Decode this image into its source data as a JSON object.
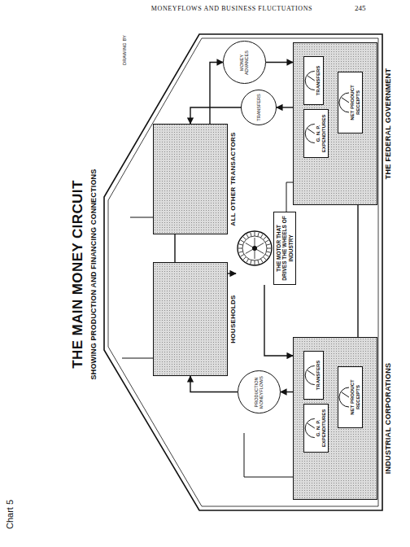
{
  "diagram": {
    "title": "THE MAIN MONEY CIRCUIT",
    "nodes": [
      {
        "text": [
          "HOUSEHOLDS"
        ]
      },
      {
        "text": [
          "ALL OTHER TRANSACTORS"
        ]
      },
      {
        "text": [
          "PRODUCTION MONEYFLOWS"
        ]
      },
      {
        "text": [
          "THE MOTOR THAT DRIVES THE WHEELS OF INDUSTRY"
        ]
      },
      {
        "text": [
          "TRANSFERS"
        ]
      },
      {
        "text": [
          "MONEY ADVANCES"
        ]
      },
      {
        "text": [
          "INDUSTRIAL CORPORATIONS"
        ]
      },
      {
        "text": [
          "G. N. P. EXPENDITURES"
        ],
        "in": 6
      },
      {
        "text": [
          "TRANSFERS"
        ],
        "in": 6
      },
      {
        "text": [
          "NET PRODUCT RECEIPTS"
        ],
        "in": 6
      },
      {
        "text": [
          "THE FEDERAL GOVERNMENT"
        ]
      },
      {
        "text": [
          "G. N. P. EXPENDITURES"
        ],
        "in": 10
      },
      {
        "text": [
          "TRANSFERS"
        ],
        "in": 10
      },
      {
        "text": [
          "NET PRODUCT RECEIPTS"
        ],
        "in": 10
      }
    ],
    "edges": [
      {
        "from": 6,
        "to": 2,
        "arrow": "to"
      },
      {
        "from": 2,
        "to": 0,
        "arrow": "to"
      },
      {
        "from": 0,
        "to": 3,
        "arrow": "to"
      },
      {
        "from": 3,
        "to": 6,
        "arrow": "to"
      },
      {
        "from": 10,
        "to": 4,
        "arrow": "to"
      },
      {
        "from": 4,
        "to": 1,
        "arrow": "to"
      },
      {
        "from": 1,
        "to": 5,
        "arrow": "to"
      },
      {
        "from": 5,
        "to": 10,
        "arrow": "to"
      },
      {
        "from": 0,
        "to": 1,
        "arrow": "none"
      },
      {
        "from": 6,
        "to": 10,
        "arrow": "none"
      }
    ],
    "labels": [
      "MONEYFLOWS AND BUSINESS FLUCTUATIONS",
      "245",
      "Chart 5",
      "SHOWING PRODUCTION AND FINANCING CONNECTIONS",
      "DRAWING BY"
    ]
  }
}
